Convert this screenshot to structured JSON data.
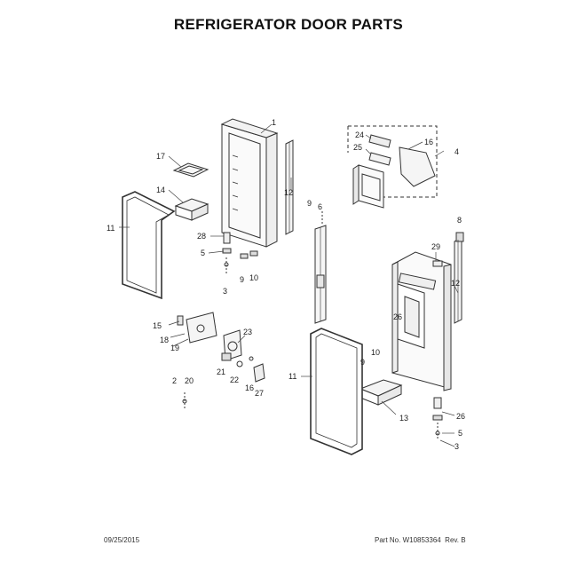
{
  "title": "REFRIGERATOR DOOR PARTS",
  "footer": {
    "date": "09/25/2015",
    "part_no": "Part No. W10853364",
    "rev": "Rev. B"
  },
  "callouts": {
    "c1": "1",
    "c17": "17",
    "c14": "14",
    "c11a": "11",
    "c12a": "12",
    "c9a": "9",
    "c28a": "28",
    "c5a": "5",
    "c3a": "3",
    "c9b": "9",
    "c10a": "10",
    "c6": "6",
    "c24": "24",
    "c25": "25",
    "c16a": "16",
    "c4": "4",
    "c8": "8",
    "c29": "29",
    "c12b": "12",
    "c26a": "26",
    "c15": "15",
    "c18": "18",
    "c19": "19",
    "c23": "23",
    "c21": "21",
    "c22": "22",
    "c16b": "16",
    "c27": "27",
    "c2": "2",
    "c20": "20",
    "c11b": "11",
    "c9c": "9",
    "c10b": "10",
    "c13": "13",
    "c26b": "26",
    "c5b": "5",
    "c3b": "3"
  }
}
